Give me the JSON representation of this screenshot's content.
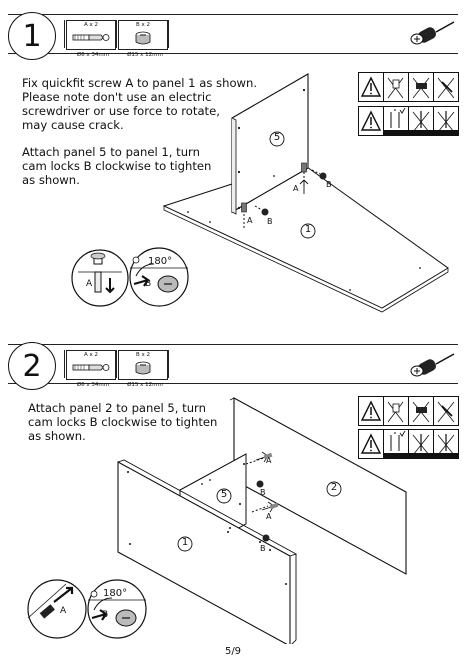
{
  "steps": [
    {
      "number": "1",
      "parts": [
        {
          "id": "A",
          "count_label": "A x 2",
          "size_label": "Ø6 x 34mm"
        },
        {
          "id": "B",
          "count_label": "B x 2",
          "size_label": "Ø15 x 12mm"
        }
      ],
      "instructions": [
        "Fix quickfit screw A to panel 1 as shown.\nPlease note don't use an electric\nscrewdriver or use force to rotate,\nmay cause crack.",
        "Attach panel 5 to panel 1, turn\ncam locks B clockwise to tighten\nas shown."
      ],
      "panel_labels": [
        "5",
        "1"
      ],
      "callouts": {
        "A": "A",
        "B": "B",
        "rotation": "180°"
      }
    },
    {
      "number": "2",
      "parts": [
        {
          "id": "A",
          "count_label": "A x 2",
          "size_label": "Ø6 x 34mm"
        },
        {
          "id": "B",
          "count_label": "B x 2",
          "size_label": "Ø15 x 12mm"
        }
      ],
      "instructions": [
        "Attach panel 2 to panel 5, turn\ncam locks B clockwise to tighten\nas shown."
      ],
      "panel_labels": [
        "2",
        "5",
        "1"
      ],
      "callouts": {
        "A": "A",
        "B": "B",
        "rotation": "180°"
      }
    }
  ],
  "icons": {
    "tool": "screwdriver-icon",
    "warning": "warning-triangle-icon",
    "warnings_row1": [
      "warning-triangle-icon",
      "no-hammer-icon",
      "no-power-drill-icon",
      "no-electric-screwdriver-icon"
    ],
    "warnings_row2": [
      "warning-triangle-icon",
      "correct-screwdriver-icon",
      "no-drill-icon",
      "no-force-icon"
    ]
  },
  "footer": {
    "page": "5/9"
  }
}
